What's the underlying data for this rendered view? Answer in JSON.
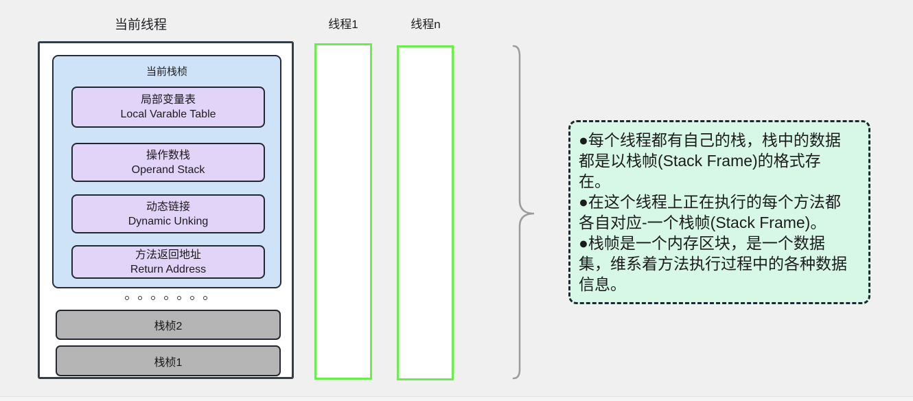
{
  "current_thread": {
    "title": "当前线程",
    "current_frame": {
      "title": "当前栈桢",
      "components": [
        {
          "zh": "局部变量表",
          "en": "Local Varable Table"
        },
        {
          "zh": "操作数栈",
          "en": "Operand Stack"
        },
        {
          "zh": "动态链接",
          "en": "Dynamic Unking"
        },
        {
          "zh": "方法返回地址",
          "en": "Return Address"
        }
      ]
    },
    "ellipsis_dots": 7,
    "other_frames": [
      {
        "label": "栈桢2"
      },
      {
        "label": "栈桢1"
      }
    ]
  },
  "threads": [
    {
      "label": "线程1"
    },
    {
      "label": "线程n"
    }
  ],
  "note": {
    "lines": [
      "●每个线程都有自己的栈，栈中的数据",
      "都是以栈帧(Stack Frame)的格式存",
      "在。",
      "●在这个线程上正在执行的每个方法都",
      "各自对应-一个栈帧(Stack Frame)。",
      "●栈帧是一个内存区块，是一个数据",
      "集，维系着方法执行过程中的各种数据",
      "信息。"
    ]
  },
  "colors": {
    "background": "#f0f0f1",
    "outer_box_fill": "#ffffff",
    "outer_box_border": "#333d4a",
    "frame_fill": "#cee2f8",
    "component_fill": "#e2d4f8",
    "gray_frame_fill": "#b5b5b6",
    "thread_border": "#6aee4d",
    "note_fill": "#d7f8e7",
    "note_border": "#1f2630",
    "brace": "#9b9b9b"
  }
}
